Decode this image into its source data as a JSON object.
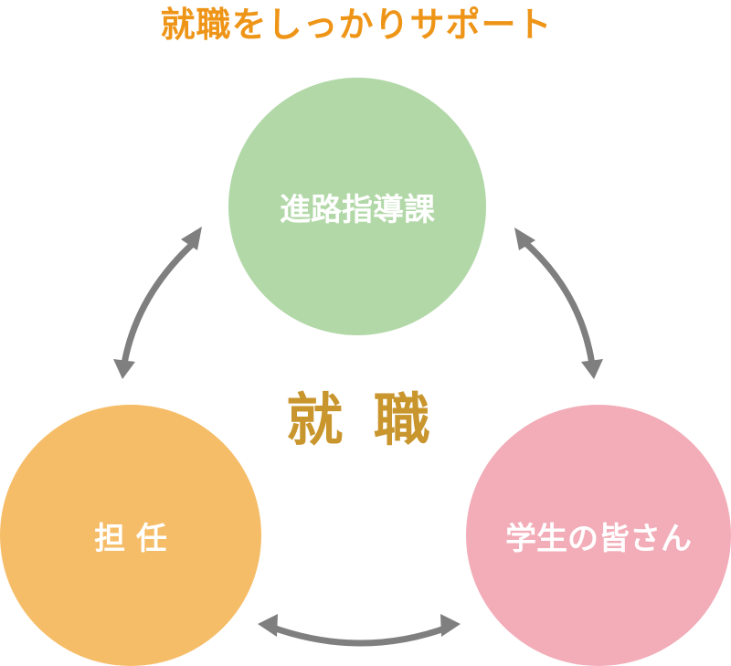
{
  "title": "就職をしっかりサポート",
  "center": "就 職",
  "nodes": {
    "top": "進路指導課",
    "left": "担 任",
    "right": "学生の皆さん"
  },
  "colors": {
    "title": "#ee9518",
    "center": "#c9962e",
    "top_circle": "#b2d8a8",
    "left_circle": "#f6bd68",
    "right_circle": "#f2adb8",
    "arrow": "#7f7f7f"
  },
  "icons": [
    "double-arrow",
    "double-arrow",
    "double-arrow"
  ]
}
